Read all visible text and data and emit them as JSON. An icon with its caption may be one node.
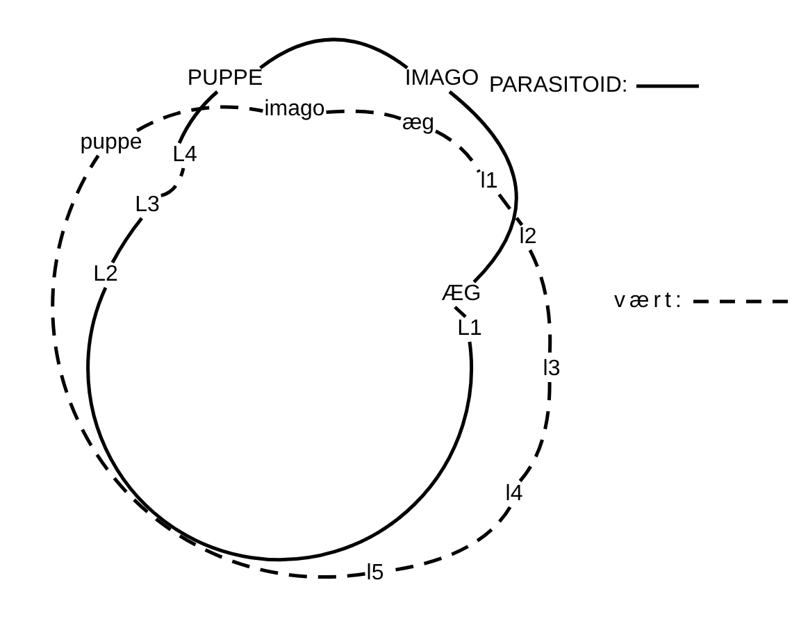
{
  "diagram": {
    "nodes": [
      {
        "text": [
          "PUPPE"
        ]
      },
      {
        "text": [
          "IMAGO"
        ]
      },
      {
        "text": [
          "imago"
        ]
      },
      {
        "text": [
          "æg"
        ]
      },
      {
        "text": [
          "puppe"
        ]
      },
      {
        "text": [
          "L4"
        ]
      },
      {
        "text": [
          "l1"
        ]
      },
      {
        "text": [
          "L3"
        ]
      },
      {
        "text": [
          "l2"
        ]
      },
      {
        "text": [
          "L2"
        ]
      },
      {
        "text": [
          "ÆG"
        ]
      },
      {
        "text": [
          "L1"
        ]
      },
      {
        "text": [
          "l3"
        ]
      },
      {
        "text": [
          "l4"
        ]
      },
      {
        "text": [
          "l5"
        ]
      }
    ],
    "edges": [
      {
        "from": 0,
        "to": 1,
        "arrow": "none"
      },
      {
        "from": 1,
        "to": 10,
        "arrow": "none"
      },
      {
        "from": 10,
        "to": 11,
        "arrow": "none"
      },
      {
        "from": 11,
        "to": 9,
        "arrow": "none"
      },
      {
        "from": 9,
        "to": 7,
        "arrow": "none"
      },
      {
        "from": 7,
        "to": 5,
        "arrow": "none",
        "style": "dashed"
      },
      {
        "from": 5,
        "to": 0,
        "arrow": "none"
      },
      {
        "from": 2,
        "to": 3,
        "arrow": "none",
        "style": "dashed"
      },
      {
        "from": 3,
        "to": 6,
        "arrow": "none",
        "style": "dashed"
      },
      {
        "from": 6,
        "to": 8,
        "arrow": "none",
        "style": "dashed"
      },
      {
        "from": 8,
        "to": 12,
        "arrow": "none",
        "style": "dashed"
      },
      {
        "from": 12,
        "to": 13,
        "arrow": "none",
        "style": "dashed"
      },
      {
        "from": 13,
        "to": 14,
        "arrow": "none",
        "style": "dashed"
      },
      {
        "from": 14,
        "to": 4,
        "arrow": "none",
        "style": "dashed"
      },
      {
        "from": 4,
        "to": 2,
        "arrow": "none",
        "style": "dashed"
      }
    ],
    "legend": [
      {
        "text": "PARASITOID:"
      },
      {
        "text": "vært:"
      }
    ]
  }
}
